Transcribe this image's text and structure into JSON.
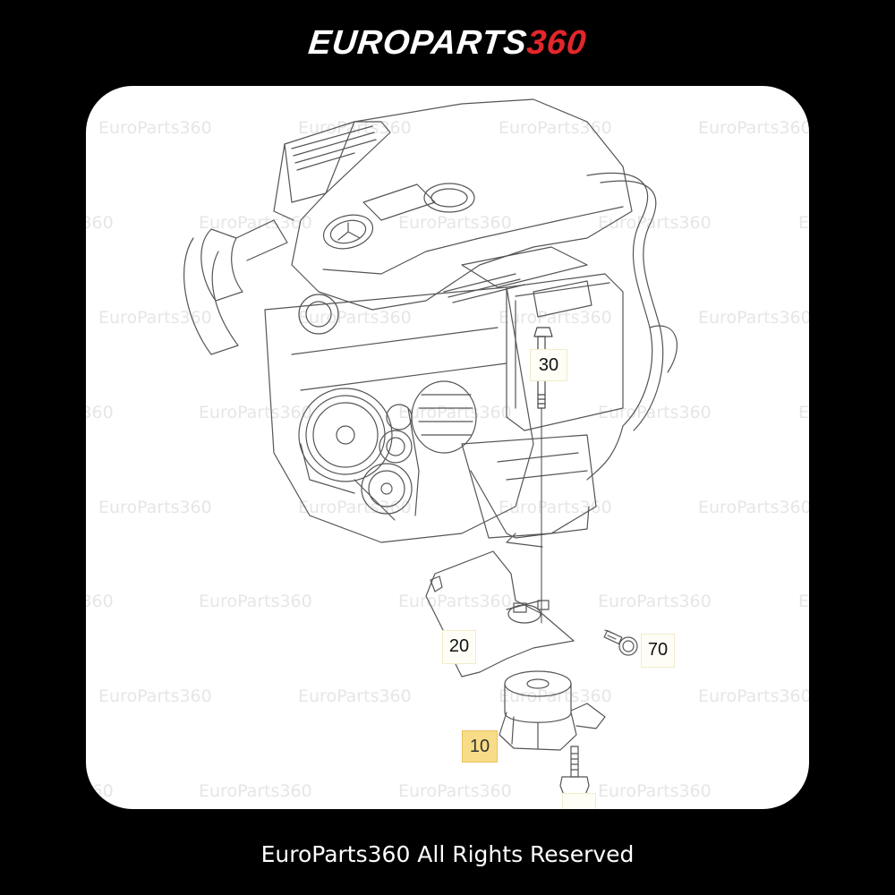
{
  "header": {
    "logo_text_main": "EUROPARTS",
    "logo_text_accent": "360",
    "logo_main_color": "#ffffff",
    "logo_accent_color": "#e3262b"
  },
  "diagram": {
    "subject": "engine-mount-assembly",
    "watermark_text": "EuroParts360",
    "callouts": [
      {
        "id": "30",
        "label": "30",
        "highlighted": false
      },
      {
        "id": "20",
        "label": "20",
        "highlighted": false
      },
      {
        "id": "70",
        "label": "70",
        "highlighted": false
      },
      {
        "id": "10",
        "label": "10",
        "highlighted": true,
        "highlight_color": "#f8dc87"
      }
    ]
  },
  "footer": {
    "copyright": "EuroParts360 All Rights Reserved"
  },
  "colors": {
    "background": "#000000",
    "card": "#ffffff",
    "watermark": "#e6e6e6",
    "line_art": "#444444"
  }
}
